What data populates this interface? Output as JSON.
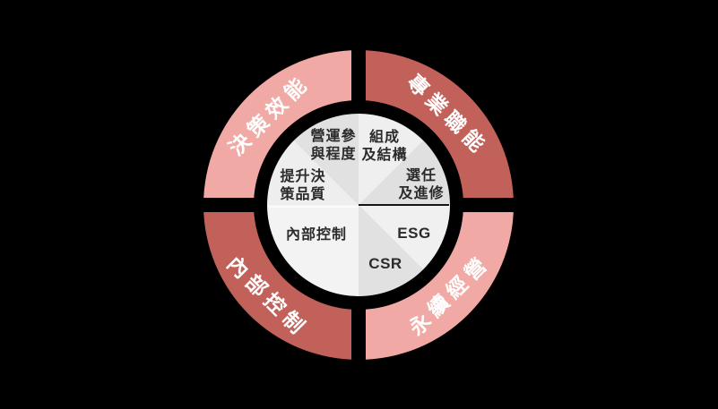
{
  "diagram": {
    "ring": {
      "quadrants": [
        {
          "id": "top-left",
          "label": "決策效能",
          "color_key": "ring_pink"
        },
        {
          "id": "top-right",
          "label": "專業職能",
          "color_key": "ring_red"
        },
        {
          "id": "bottom-left",
          "label": "內部控制",
          "color_key": "ring_red"
        },
        {
          "id": "bottom-right",
          "label": "永續經營",
          "color_key": "ring_pink"
        }
      ]
    },
    "pie": {
      "slices": [
        {
          "id": "composition",
          "text": "組成\n及結構"
        },
        {
          "id": "selection",
          "text": "選任\n及進修"
        },
        {
          "id": "esg",
          "text": "ESG"
        },
        {
          "id": "csr",
          "text": "CSR"
        },
        {
          "id": "internal-control",
          "text": "內部控制"
        },
        {
          "id": "decision-quality",
          "text": "提升決\n策品質"
        },
        {
          "id": "operation-participation",
          "text": "營運參\n與程度"
        }
      ]
    }
  },
  "colors": {
    "background": "#000000",
    "ring_pink": "#f0a9a4",
    "ring_red": "#c2605a",
    "ring_label_text": "#ffffff",
    "pie_text": "#2b2b2b",
    "divider_right": "#141414",
    "divider_left": "#fafafa",
    "pie_composition": "#efefef",
    "pie_selection": "#e0e0e0",
    "pie_esg": "#f0f0f0",
    "pie_csr": "#e1e1e1",
    "pie_internal_control": "#f3f3f3",
    "pie_decision_quality": "#eeeeee",
    "pie_operation_participation": "#e1e1e1"
  }
}
